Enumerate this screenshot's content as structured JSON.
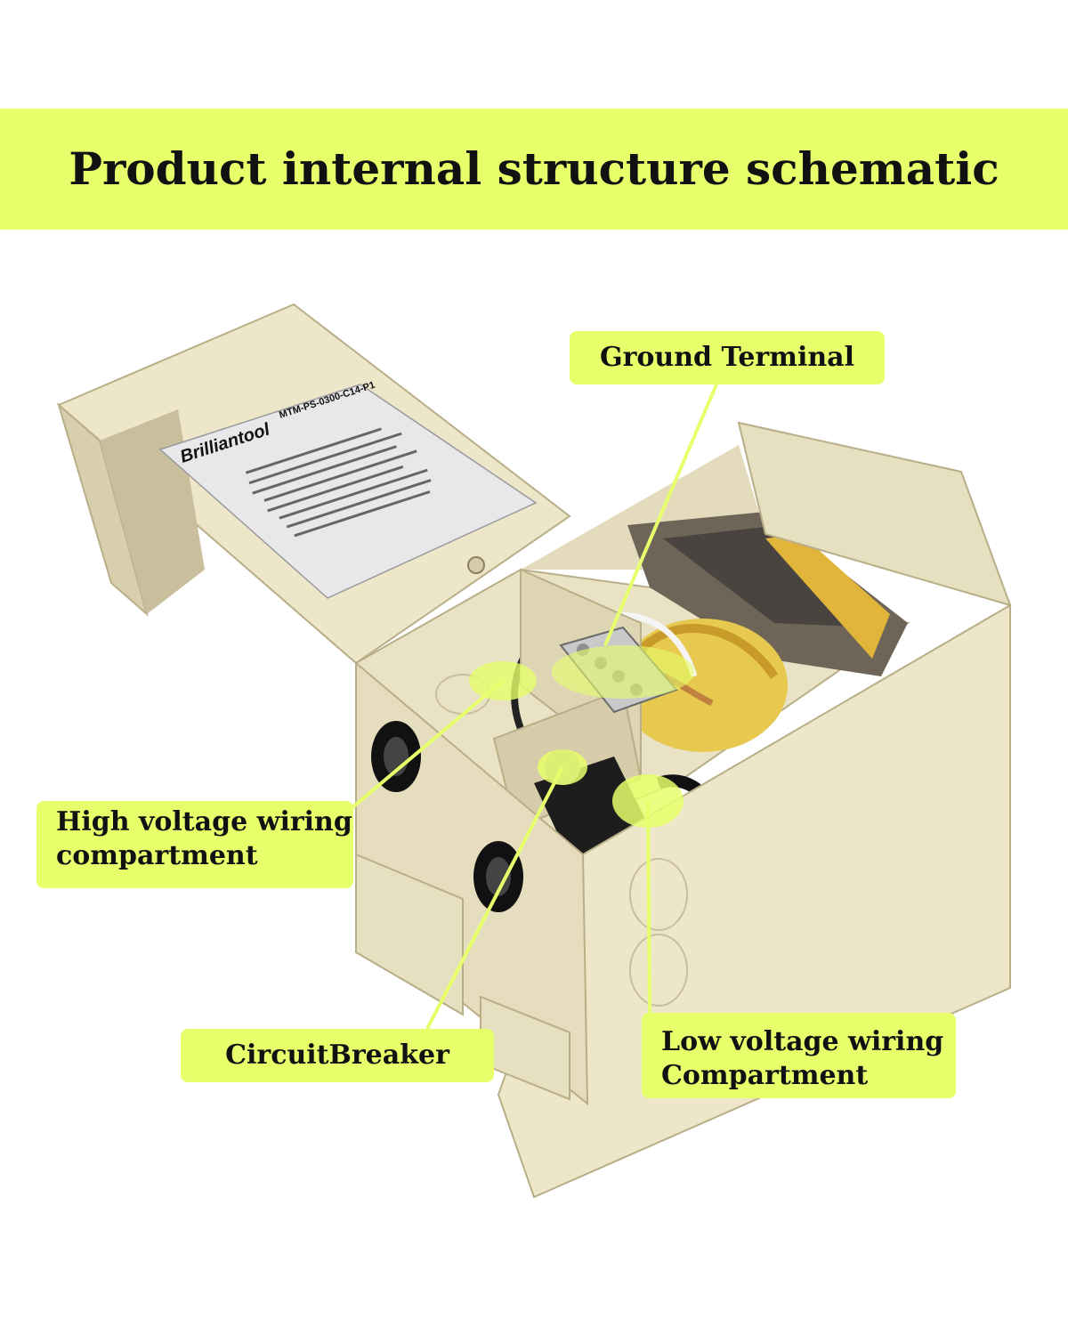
{
  "banner": {
    "title": "Product internal structure schematic"
  },
  "product_label": {
    "brand": "Brilliantool",
    "model": "MTM-PS-0300-C14-P1"
  },
  "callouts": {
    "ground_terminal": "Ground Terminal",
    "high_voltage_line1": "High voltage wiring",
    "high_voltage_line2": "compartment",
    "circuit_breaker": "CircuitBreaker",
    "low_voltage_line1": "Low voltage wiring",
    "low_voltage_line2": "Compartment"
  },
  "colors": {
    "accent": "#e6ff6b",
    "enclosure": "#ede6c8",
    "enclosure_shadow": "#d6ccaa",
    "label_plate": "#e8e8ea"
  }
}
